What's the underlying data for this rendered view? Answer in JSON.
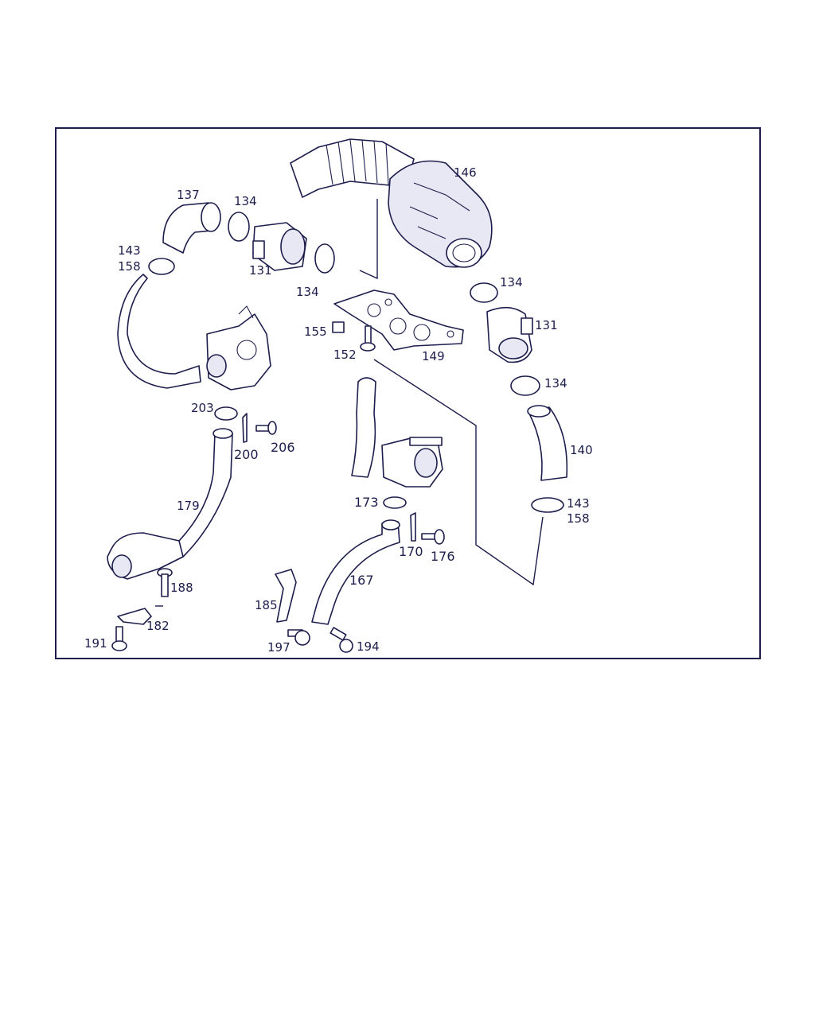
{
  "diagram": {
    "callouts": [
      "146",
      "137",
      "134",
      "131",
      "143",
      "158",
      "155",
      "152",
      "149",
      "203",
      "200",
      "206",
      "140",
      "179",
      "173",
      "170",
      "176",
      "167",
      "188",
      "182",
      "185",
      "191",
      "197",
      "194"
    ]
  }
}
